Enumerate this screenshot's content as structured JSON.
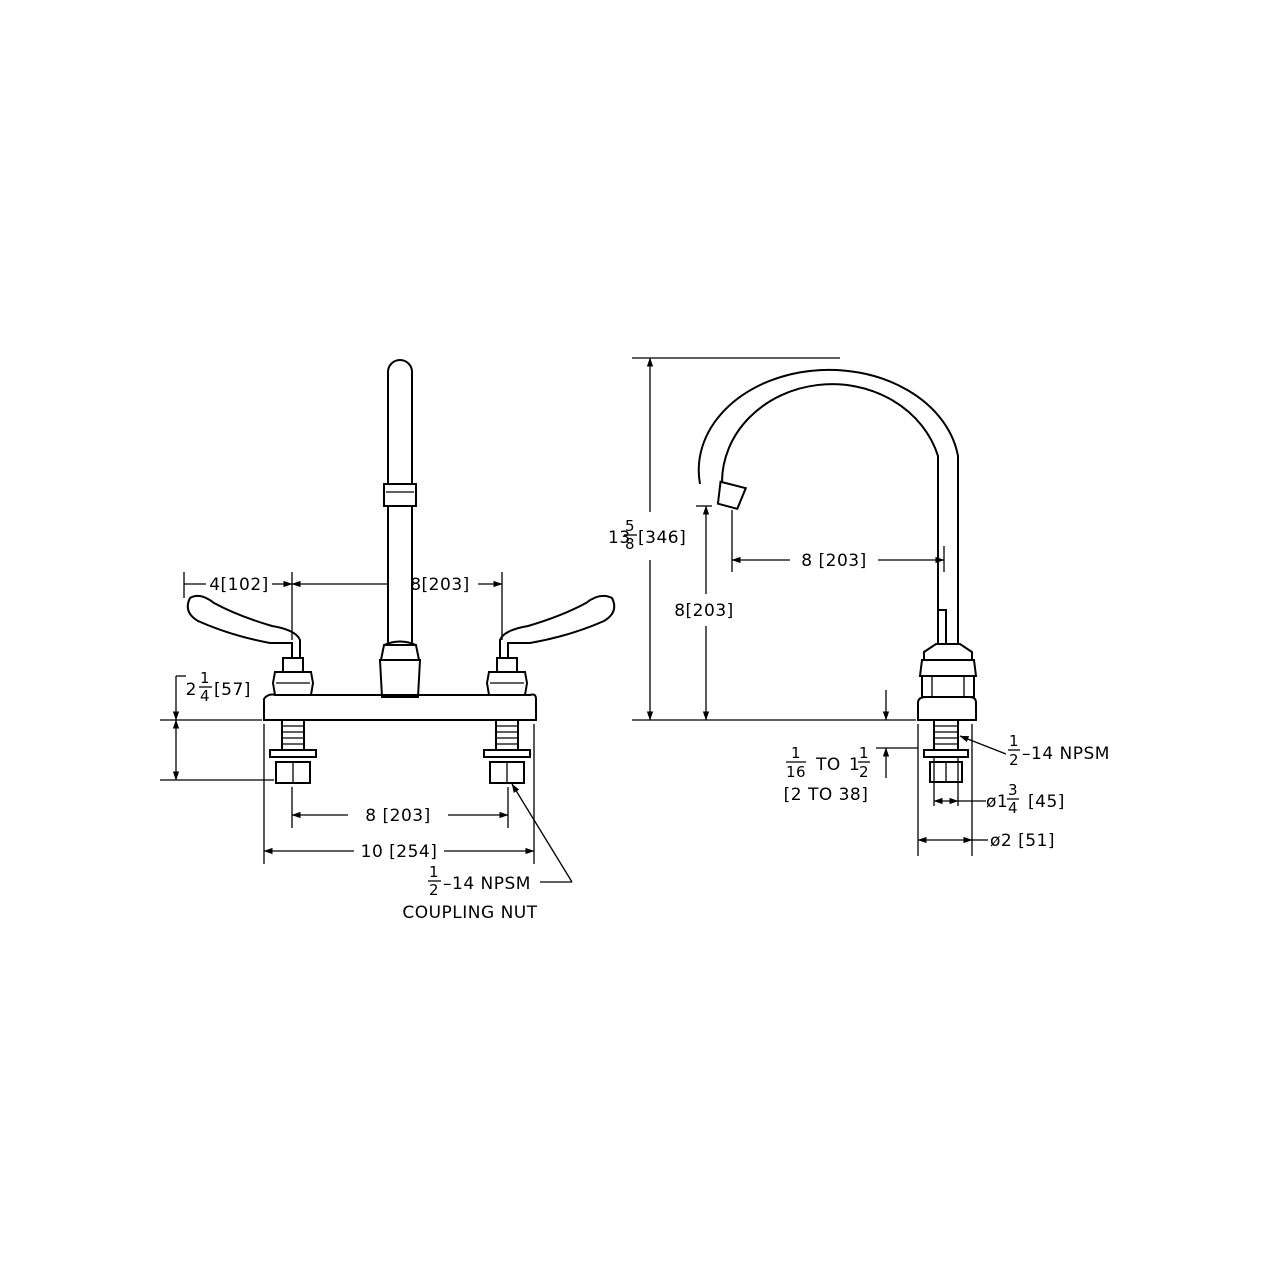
{
  "front_view": {
    "dim_handle_offset": "4[102]",
    "dim_spout_to_handle": "8[203]",
    "dim_height_whole": "2",
    "dim_height_num": "1",
    "dim_height_den": "4",
    "dim_height_metric": "[57]",
    "dim_shank_centers": "8 [203]",
    "dim_deck_width": "10 [254]",
    "callout_num": "1",
    "callout_den": "2",
    "callout_thread": "–14 NPSM",
    "callout_nut": "COUPLING NUT"
  },
  "side_view": {
    "dim_total_whole": "13",
    "dim_total_num": "5",
    "dim_total_den": "8",
    "dim_total_metric": "[346]",
    "dim_outlet_height": "8[203]",
    "dim_reach": "8 [203]",
    "thread_num": "1",
    "thread_den": "2",
    "thread_text": "–14 NPSM",
    "deck_num1": "1",
    "deck_den1": "16",
    "deck_to": "TO",
    "deck_whole2": "1",
    "deck_num2": "1",
    "deck_den2": "2",
    "deck_metric": "[2 TO 38]",
    "dia_shank_prefix": "ø1",
    "dia_shank_num": "3",
    "dia_shank_den": "4",
    "dia_shank_metric": "[45]",
    "dia_flange": "ø2 [51]"
  }
}
